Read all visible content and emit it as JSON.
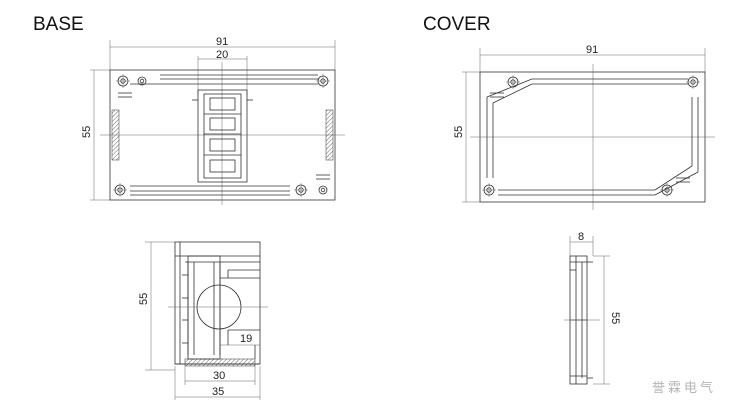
{
  "titles": {
    "base": "BASE",
    "cover": "COVER"
  },
  "base_top": {
    "width": "91",
    "inner_width": "20",
    "height": "55"
  },
  "base_side": {
    "height": "55",
    "inner_depth": "19",
    "base_width": "30",
    "total_width": "35"
  },
  "cover_top": {
    "width": "91",
    "height": "55"
  },
  "cover_side": {
    "thickness": "8",
    "height": "55"
  },
  "watermark": "誉霖电气"
}
